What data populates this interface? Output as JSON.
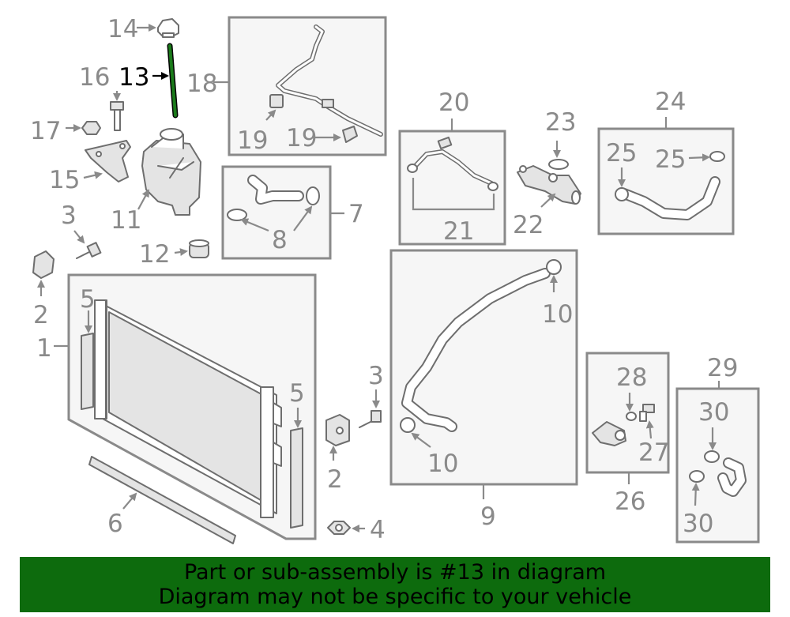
{
  "labels": {
    "l1": "1",
    "l2a": "2",
    "l2b": "2",
    "l3a": "3",
    "l3b": "3",
    "l4": "4",
    "l5a": "5",
    "l5b": "5",
    "l6": "6",
    "l7": "7",
    "l8": "8",
    "l9": "9",
    "l10a": "10",
    "l10b": "10",
    "l11": "11",
    "l12": "12",
    "l13": "13",
    "l14": "14",
    "l15": "15",
    "l16": "16",
    "l17": "17",
    "l18": "18",
    "l19a": "19",
    "l19b": "19",
    "l20": "20",
    "l21": "21",
    "l22": "22",
    "l23": "23",
    "l24": "24",
    "l25a": "25",
    "l25b": "25",
    "l26": "26",
    "l27": "27",
    "l28": "28",
    "l29": "29",
    "l30a": "30",
    "l30b": "30"
  },
  "highlight": {
    "part_number": "13",
    "color": "#1a7a1a"
  },
  "banner": {
    "line1": "Part or sub-assembly is #13 in diagram",
    "line2": "Diagram may not be specific to your vehicle",
    "background": "#0d6b0d"
  }
}
